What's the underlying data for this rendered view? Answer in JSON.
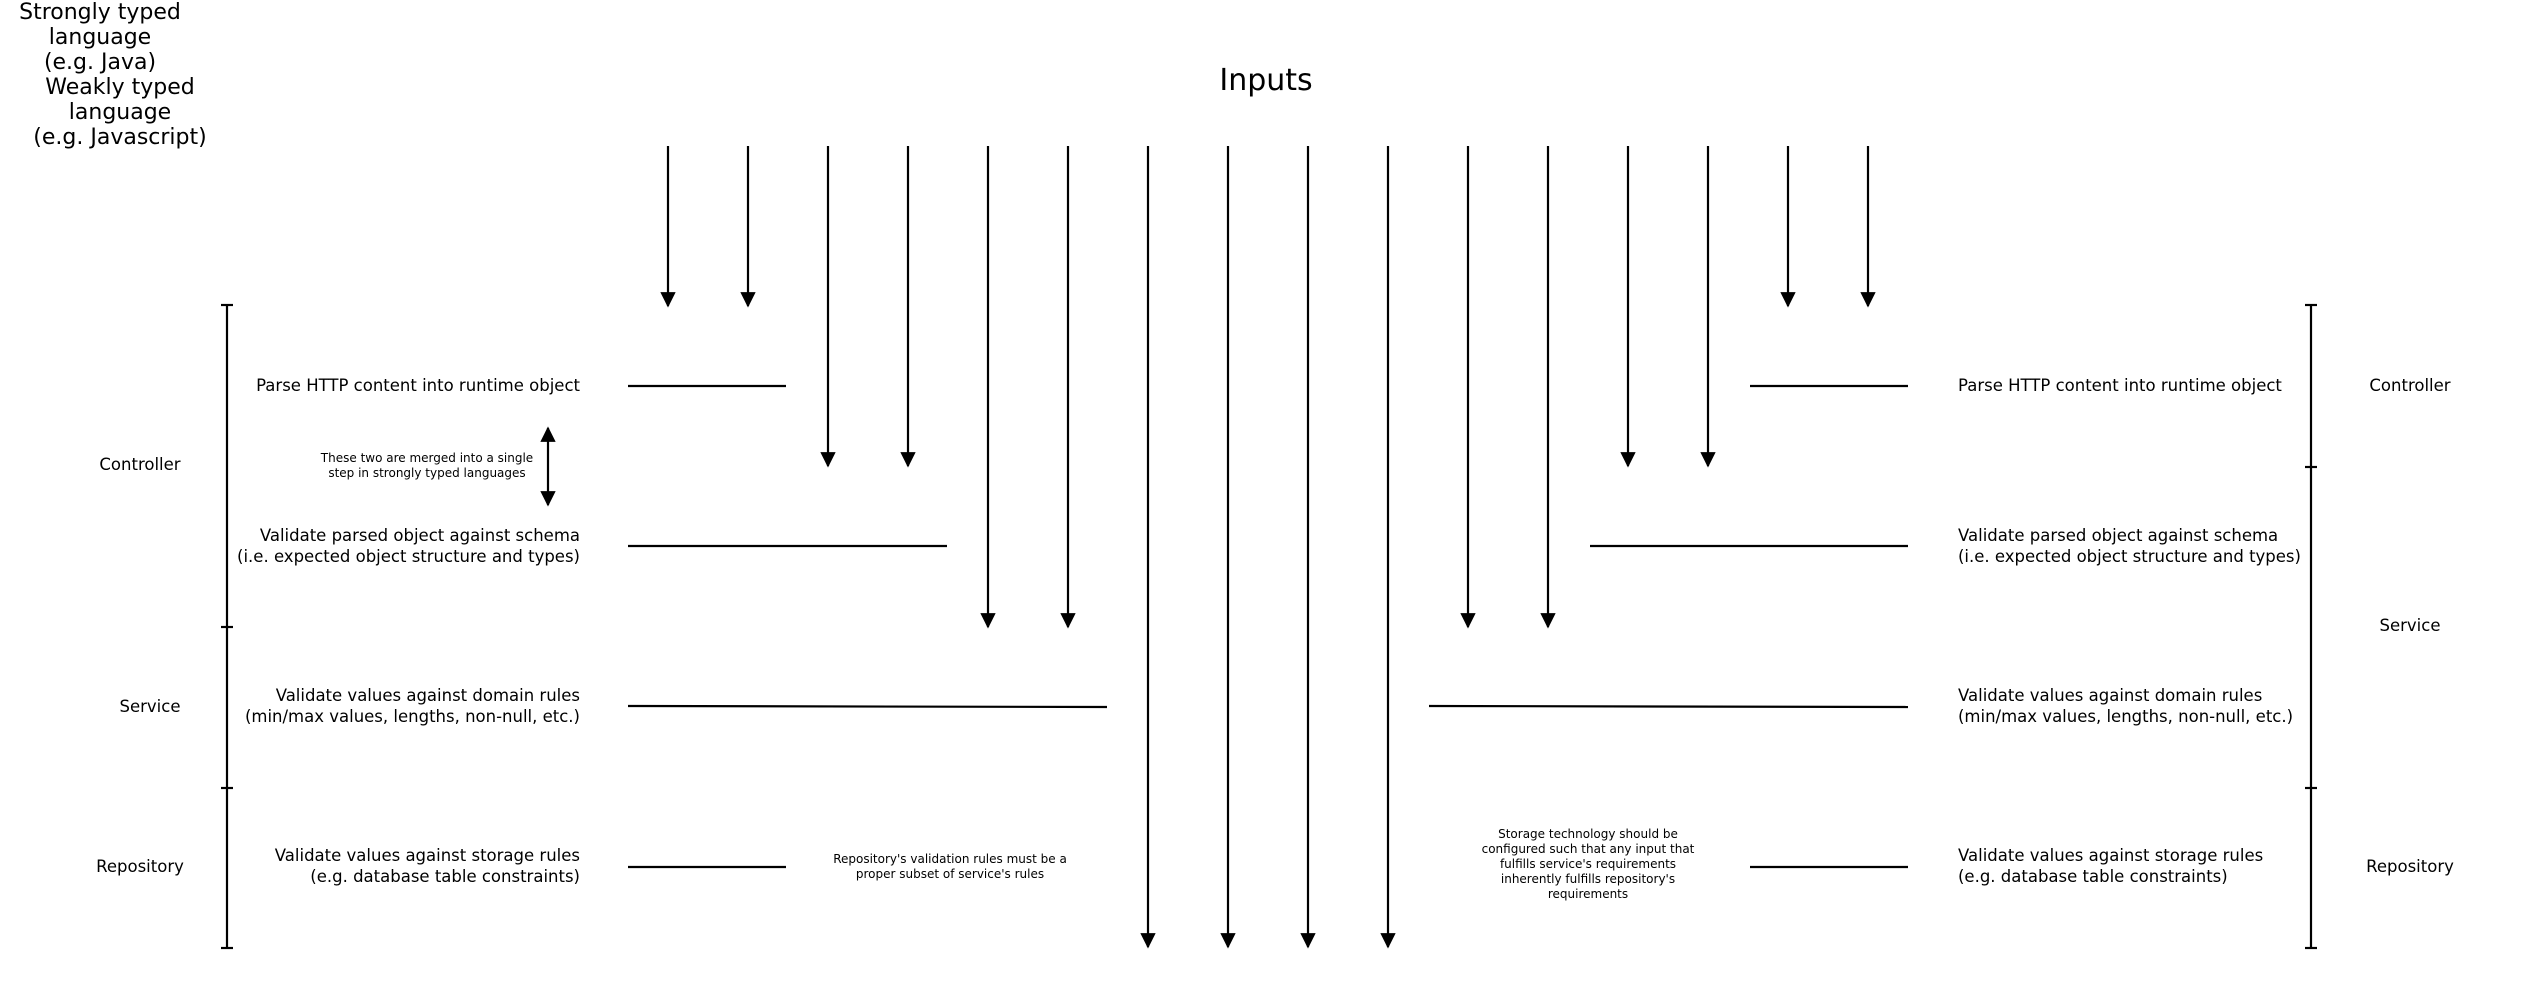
{
  "title": "Inputs",
  "left_language": {
    "line1": "Strongly typed",
    "line2": "language",
    "line3": "(e.g. Java)"
  },
  "right_language": {
    "line1": "Weakly typed",
    "line2": "language",
    "line3": "(e.g. Javascript)"
  },
  "left_layers": {
    "controller": "Controller",
    "service": "Service",
    "repository": "Repository"
  },
  "right_layers": {
    "controller": "Controller",
    "service": "Service",
    "repository": "Repository"
  },
  "steps": {
    "parse": "Parse HTTP content into runtime object",
    "validate_schema_1": "Validate parsed object against schema",
    "validate_schema_2": "(i.e. expected object structure and types)",
    "validate_domain_1": "Validate values against domain rules",
    "validate_domain_2": "(min/max values, lengths, non-null, etc.)",
    "validate_storage_1": "Validate values against storage rules",
    "validate_storage_2": "(e.g. database table constraints)"
  },
  "notes": {
    "merged": "These two are merged into a single step in strongly typed languages",
    "repository_subset": "Repository's validation rules must be a proper subset of service's rules",
    "storage_tech": "Storage technology should be configured such that any input that fulfills service's requirements inherently fulfills repository's requirements"
  },
  "colors": {
    "line": "#000000",
    "background": "#ffffff"
  }
}
